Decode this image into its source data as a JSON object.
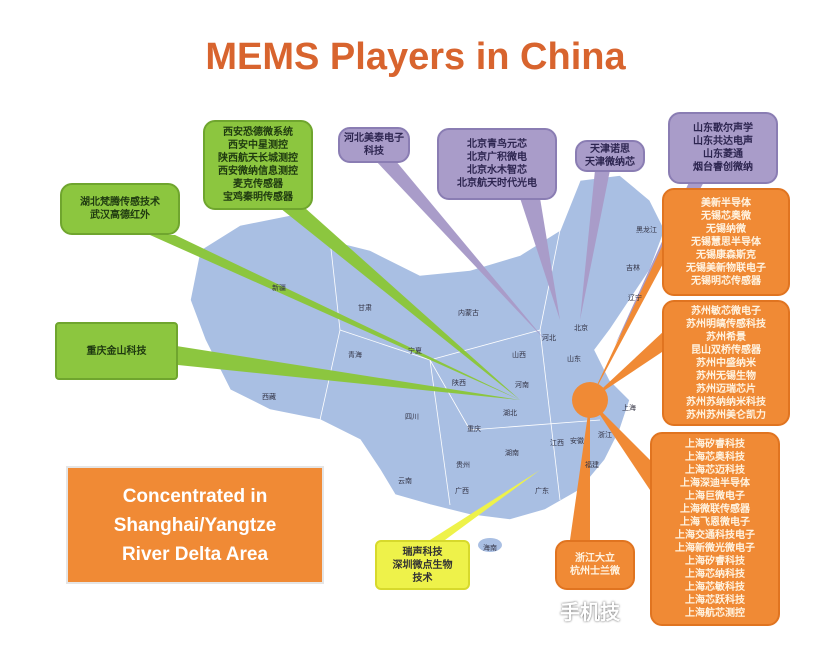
{
  "title": "MEMS Players in China",
  "summary_lines": [
    "Concentrated in",
    "Shanghai/Yangtze",
    "River Delta Area"
  ],
  "watermark": "手机技",
  "colors": {
    "title": "#d8642e",
    "green": "#8cc63f",
    "purple": "#a99cc9",
    "orange": "#f08a35",
    "yellow": "#eef24a",
    "map": "#a9bfe3"
  },
  "boxes": {
    "hubei": [
      "湖北梵腾传感技术",
      "武汉高德红外"
    ],
    "xian": [
      "西安恐德微系统",
      "西安中星测控",
      "陕西航天长城测控",
      "西安微纳信息测控",
      "麦克传感器",
      "宝鸡秦明传感器"
    ],
    "hebei": [
      "河北美泰电子",
      "科技"
    ],
    "beijing": [
      "北京青鸟元芯",
      "北京广积微电",
      "北京水木智芯",
      "北京航天时代光电"
    ],
    "tianjin": [
      "天津诺思",
      "天津微纳芯"
    ],
    "shandong": [
      "山东歌尔声学",
      "山东共达电声",
      "山东菱通",
      "烟台睿创微纳"
    ],
    "wuxi": [
      "美新半导体",
      "无锡芯奥微",
      "无锡纳微",
      "无锡慧思半导体",
      "无锡康森斯克",
      "无锡美新物联电子",
      "无锡明芯传感器"
    ],
    "suzhou": [
      "苏州敏芯微电子",
      "苏州明皜传感科技",
      "苏州希景",
      "昆山双桥传感器",
      "苏州中盛纳米",
      "苏州无锡生物",
      "苏州迈瑞芯片",
      "苏州苏纳纳米科技",
      "苏州苏州美仑凯力"
    ],
    "chongqing": [
      "重庆金山科技"
    ],
    "shenzhen": [
      "瑞声科技",
      "深圳微点生物",
      "技术"
    ],
    "zhejiang": [
      "浙江大立",
      "杭州士兰微"
    ],
    "shanghai": [
      "上海矽睿科技",
      "上海芯奥科技",
      "上海芯迈科技",
      "上海深迪半导体",
      "上海巨微电子",
      "上海微联传感器",
      "上海飞恩微电子",
      "上海交通科技电子",
      "上海新微光微电子",
      "上海矽睿科技",
      "上海芯纳科技",
      "上海芯敏科技",
      "上海芯跃科技",
      "上海航芯测控"
    ]
  },
  "provinces": [
    "新疆",
    "西藏",
    "青海",
    "甘肃",
    "内蒙古",
    "宁夏",
    "陕西",
    "山西",
    "河北",
    "北京",
    "山东",
    "河南",
    "湖北",
    "四川",
    "重庆",
    "云南",
    "贵州",
    "湖南",
    "广西",
    "广东",
    "江西",
    "安徽",
    "福建",
    "浙江",
    "上海",
    "辽宁",
    "吉林",
    "黑龙江",
    "海南"
  ]
}
